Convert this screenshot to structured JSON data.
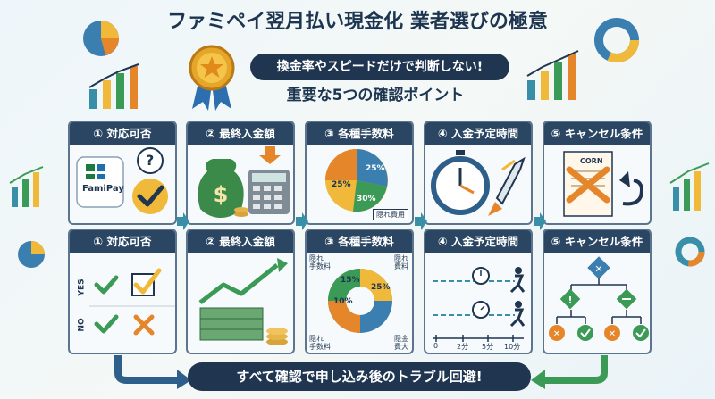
{
  "title": "ファミペイ翌月払い現金化 業者選びの極意",
  "subtitle_pill": "換金率やスピードだけで判断しない!",
  "subtitle2": "重要な5つの確認ポイント",
  "cards_top": [
    {
      "label": "① 対応可否",
      "icon": "famipay-check-icon"
    },
    {
      "label": "② 最終入金額",
      "icon": "money-bag-calculator-icon"
    },
    {
      "label": "③ 各種手数料",
      "icon": "fee-pie-icon"
    },
    {
      "label": "④ 入金予定時間",
      "icon": "stopwatch-rocket-icon"
    },
    {
      "label": "⑤ キャンセル条件",
      "icon": "cancel-document-icon"
    }
  ],
  "cards_bottom": [
    {
      "label": "① 対応可否",
      "icon": "yes-no-check-icon"
    },
    {
      "label": "② 最終入金額",
      "icon": "cash-growth-icon"
    },
    {
      "label": "③ 各種手数料",
      "icon": "fee-donut-icon"
    },
    {
      "label": "④ 入金予定時間",
      "icon": "timeline-icon"
    },
    {
      "label": "⑤ キャンセル条件",
      "icon": "flowchart-icon"
    }
  ],
  "famipay_logo": "FamiPay",
  "question_mark": "?",
  "fee_pie_top": {
    "slices": [
      "25%",
      "25%",
      "30%"
    ],
    "tag": "隠れ費用"
  },
  "yes_no": {
    "yes": "YES",
    "no": "NO"
  },
  "fee_donut": {
    "slices": [
      "15%",
      "25%",
      "10%"
    ],
    "labels_left": [
      "隠れ\n手数料",
      "隠れ\n手数料"
    ],
    "labels_right": [
      "隠れ\n費料",
      "隠金\n費大"
    ]
  },
  "timeline_ticks": [
    "0",
    "2分",
    "5分",
    "10分"
  ],
  "cancel_doc_text": "CORN",
  "bottom_bar": "すべて確認で申し込み後のトラブル回避!",
  "colors": {
    "navy": "#1f3550",
    "green": "#3b9a55",
    "orange": "#e6862a",
    "yellow": "#f0b93a",
    "teal": "#3a8fa8"
  }
}
